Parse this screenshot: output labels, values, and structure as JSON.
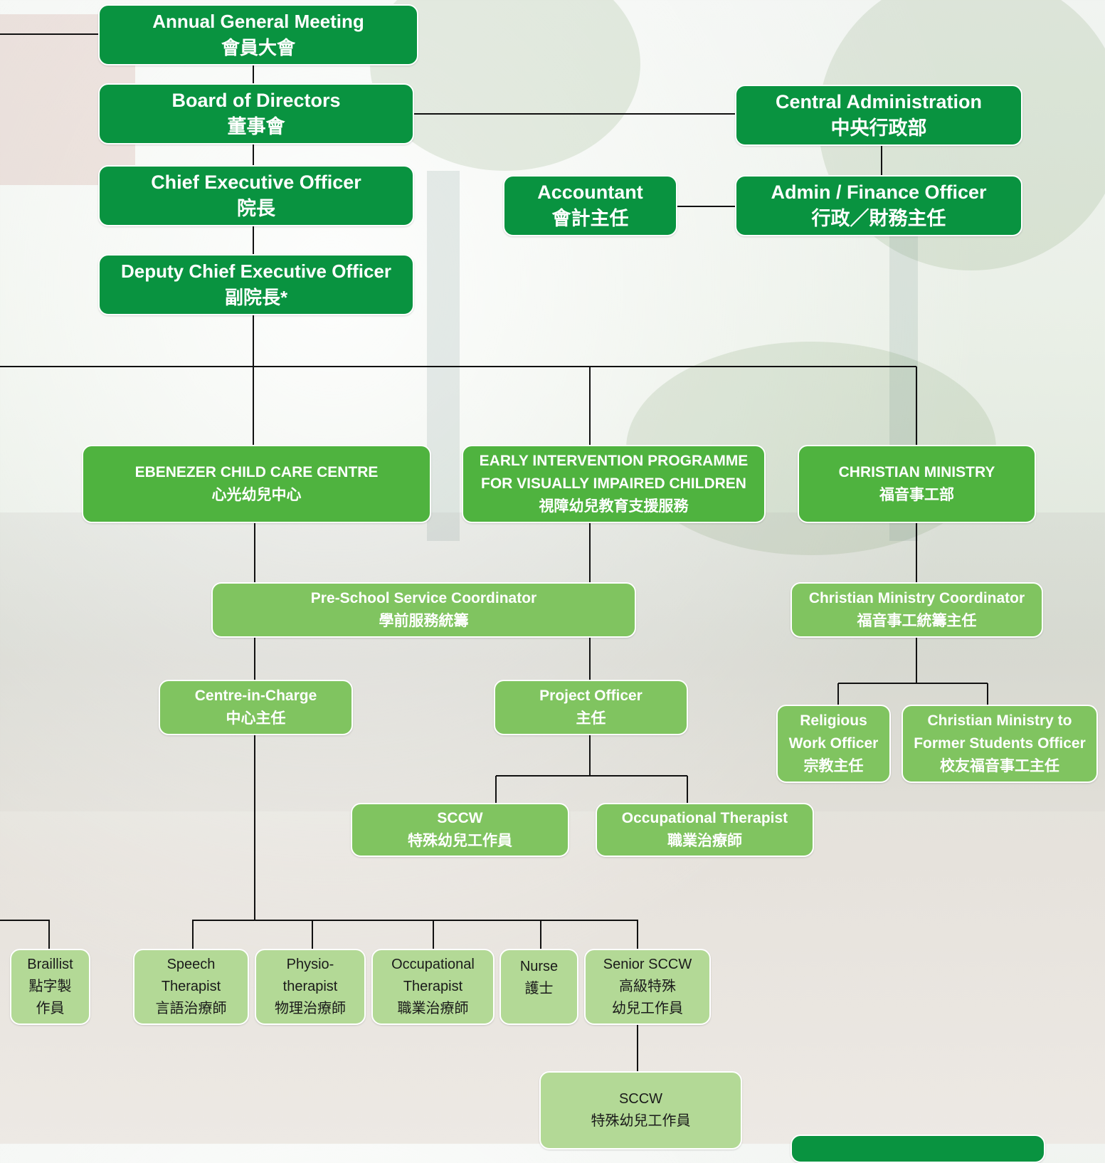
{
  "top": {
    "agm": {
      "en": "Annual General Meeting",
      "zh": "會員大會"
    },
    "board": {
      "en": "Board of Directors",
      "zh": "董事會"
    },
    "ceo": {
      "en": "Chief Executive Officer",
      "zh": "院長"
    },
    "deputy": {
      "en": "Deputy Chief Executive Officer",
      "zh": "副院長*"
    },
    "central_admin": {
      "en": "Central Administration",
      "zh": "中央行政部"
    },
    "accountant": {
      "en": "Accountant",
      "zh": "會計主任"
    },
    "admin_finance": {
      "en": "Admin / Finance Officer",
      "zh": "行政／財務主任"
    }
  },
  "units": {
    "ebenezer": {
      "en": "EBENEZER CHILD CARE CENTRE",
      "zh": "心光幼兒中心"
    },
    "early_intervention": {
      "en1": "EARLY INTERVENTION PROGRAMME",
      "en2": "FOR VISUALLY IMPAIRED CHILDREN",
      "zh": "視障幼兒教育支援服務"
    },
    "christian_ministry": {
      "en": "CHRISTIAN MINISTRY",
      "zh": "福音事工部"
    }
  },
  "coordinators": {
    "preschool": {
      "en": "Pre-School Service Coordinator",
      "zh": "學前服務統籌"
    },
    "cm_coordinator": {
      "en": "Christian Ministry Coordinator",
      "zh": "福音事工統籌主任"
    },
    "centre_in_charge": {
      "en": "Centre-in-Charge",
      "zh": "中心主任"
    },
    "project_officer": {
      "en": "Project Officer",
      "zh": "主任"
    },
    "religious": {
      "en1": "Religious",
      "en2": "Work Officer",
      "zh": "宗教主任"
    },
    "former_students": {
      "en1": "Christian Ministry to",
      "en2": "Former Students Officer",
      "zh": "校友福音事工主任"
    },
    "sccw_project": {
      "en": "SCCW",
      "zh": "特殊幼兒工作員"
    },
    "ot_project": {
      "en": "Occupational Therapist",
      "zh": "職業治療師"
    }
  },
  "staff": {
    "braillist": {
      "l1": "Braillist",
      "l2": "點字製",
      "l3": "作員"
    },
    "speech": {
      "l1": "Speech",
      "l2": "Therapist",
      "l3": "言語治療師"
    },
    "physio": {
      "l1": "Physio-",
      "l2": "therapist",
      "l3": "物理治療師"
    },
    "ot": {
      "l1": "Occupational",
      "l2": "Therapist",
      "l3": "職業治療師"
    },
    "nurse": {
      "l1": "Nurse",
      "l2": "護士"
    },
    "senior_sccw": {
      "l1": "Senior SCCW",
      "l2": "高級特殊",
      "l3": "幼兒工作員"
    },
    "sccw": {
      "l1": "SCCW",
      "l2": "特殊幼兒工作員"
    }
  },
  "colors": {
    "level1": "#099340",
    "level2": "#4fb33f",
    "level3": "#80c460",
    "level4": "#b3d996",
    "connector": "#111111"
  }
}
